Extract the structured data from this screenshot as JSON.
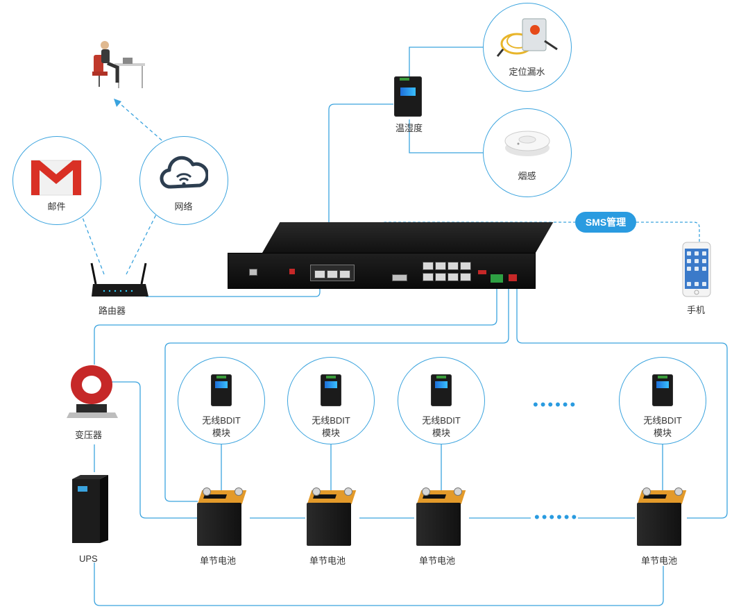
{
  "labels": {
    "person": "",
    "mail": "邮件",
    "network": "网络",
    "router": "路由器",
    "temp_humidity": "温湿度",
    "water_leak": "定位漏水",
    "smoke": "烟感",
    "sms": "SMS管理",
    "phone": "手机",
    "transformer": "变压器",
    "ups": "UPS",
    "bdit_line1": "无线BDIT",
    "bdit_line2": "模块",
    "battery": "单节电池",
    "ellipsis": "••••••"
  },
  "colors": {
    "line": "#3aa3de",
    "accent": "#2a9be0",
    "gmail_red": "#d93025",
    "battery_top": "#e39a2a"
  },
  "icons": {
    "person": "person-at-desk-icon",
    "mail": "gmail-icon",
    "network": "cloud-wifi-icon",
    "water_leak": "leak-sensor-icon",
    "smoke": "smoke-detector-icon",
    "phone": "smartphone-icon"
  }
}
